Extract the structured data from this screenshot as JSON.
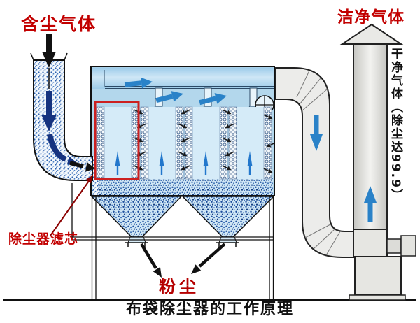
{
  "diagram": {
    "title": "布袋除尘器的工作原理",
    "labels": {
      "dusty_gas": "含尘气体",
      "clean_gas": "洁净气体",
      "stack_note": "干净气体（除尘达99.9）",
      "filter_element": "除尘器滤芯",
      "dust": "粉尘"
    },
    "colors": {
      "label_red": "#c20000",
      "highlight_red": "#cc2020",
      "flow_blue": "#2a82c8",
      "inlet_navy": "#16337f",
      "box_blue": "#b3d7ec",
      "metal_gray": "#ececea"
    }
  }
}
